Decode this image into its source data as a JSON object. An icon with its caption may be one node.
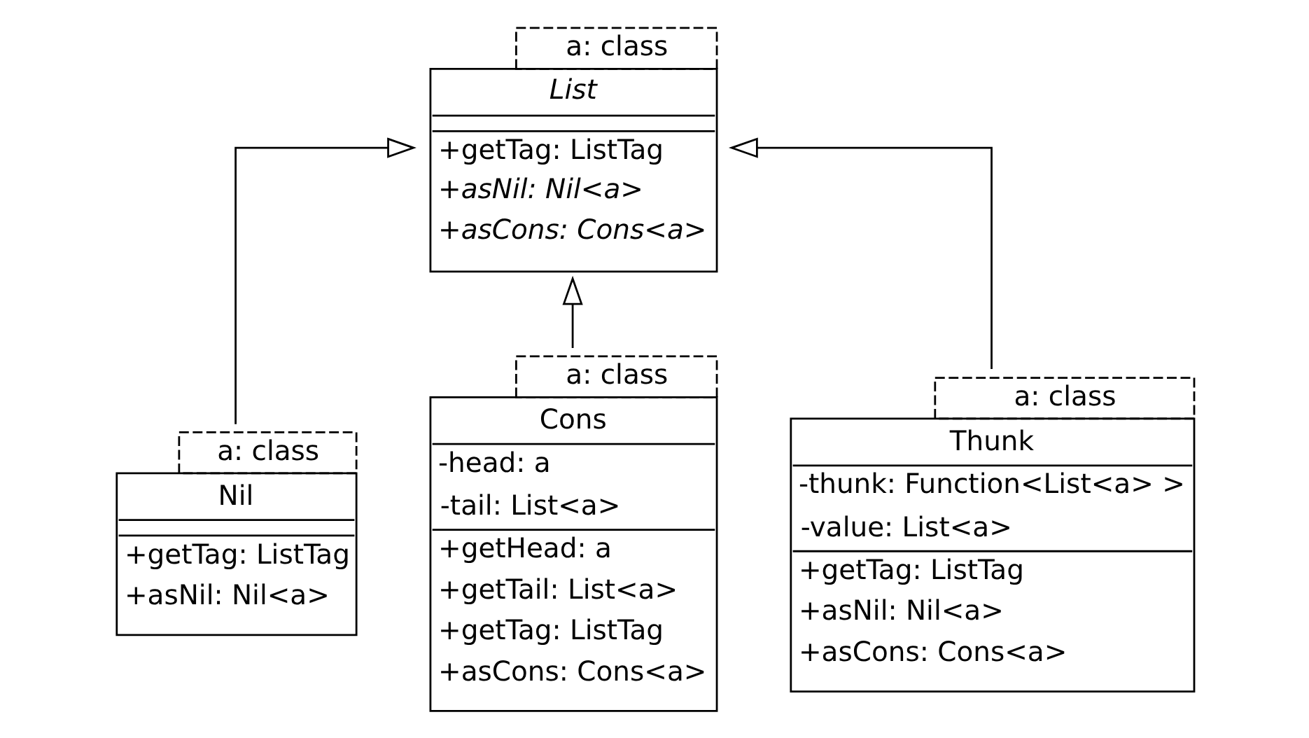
{
  "diagram": {
    "nodes": [
      {
        "text": [
          "List",
          "+getTag: ListTag",
          "+asNil: Nil<a>",
          "+asCons: Cons<a>"
        ],
        "beside": [
          "a: class"
        ]
      },
      {
        "text": [
          "Nil",
          "+getTag: ListTag",
          "+asNil: Nil<a>"
        ],
        "beside": [
          "a: class"
        ]
      },
      {
        "text": [
          "Cons",
          "-head: a",
          "-tail: List<a>",
          "+getHead: a",
          "+getTail: List<a>",
          "+getTag: ListTag",
          "+asCons: Cons<a>"
        ],
        "beside": [
          "a: class"
        ]
      },
      {
        "text": [
          "Thunk",
          "-thunk: Function<List<a> >",
          "-value: List<a>",
          "+getTag: ListTag",
          "+asNil: Nil<a>",
          "+asCons: Cons<a>"
        ],
        "beside": [
          "a: class"
        ]
      }
    ],
    "edges": [
      {
        "from": 1,
        "to": 0,
        "arrow": "to"
      },
      {
        "from": 2,
        "to": 0,
        "arrow": "to"
      },
      {
        "from": 3,
        "to": 0,
        "arrow": "to"
      }
    ]
  }
}
